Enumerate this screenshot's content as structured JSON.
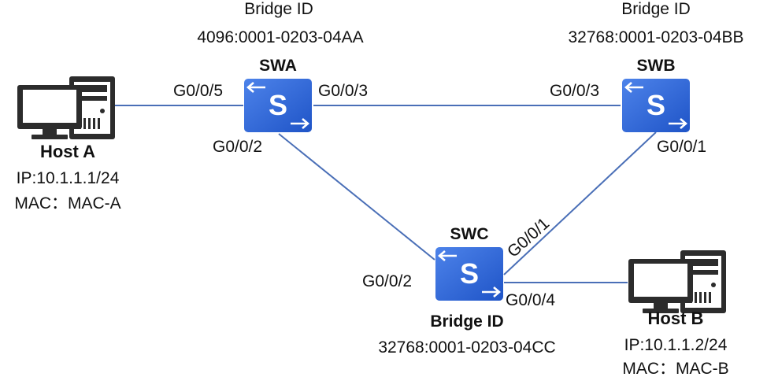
{
  "colors": {
    "link": "#4a6fb7",
    "switch_fill": "#2a61d6",
    "switch_light": "#4d83ea",
    "host_dark": "#2c2c2c"
  },
  "switches": {
    "swa": {
      "name": "SWA",
      "bridge_label": "Bridge ID",
      "bridge_id": "4096:0001-0203-04AA",
      "icon": "switch-icon"
    },
    "swb": {
      "name": "SWB",
      "bridge_label": "Bridge ID",
      "bridge_id": "32768:0001-0203-04BB",
      "icon": "switch-icon"
    },
    "swc": {
      "name": "SWC",
      "bridge_label": "Bridge ID",
      "bridge_id": "32768:0001-0203-04CC",
      "icon": "switch-icon"
    }
  },
  "hosts": {
    "host_a": {
      "name": "Host A",
      "ip": "IP:10.1.1.1/24",
      "mac": "MAC：MAC-A",
      "icon": "computer-icon"
    },
    "host_b": {
      "name": "Host B",
      "ip": "IP:10.1.1.2/24",
      "mac": "MAC：MAC-B",
      "icon": "computer-icon"
    }
  },
  "ports": {
    "swa_g005": "G0/0/5",
    "swa_g003": "G0/0/3",
    "swa_g002": "G0/0/2",
    "swb_g003": "G0/0/3",
    "swb_g001": "G0/0/1",
    "swc_g001": "G0/0/1",
    "swc_g002": "G0/0/2",
    "swc_g004": "G0/0/4"
  }
}
